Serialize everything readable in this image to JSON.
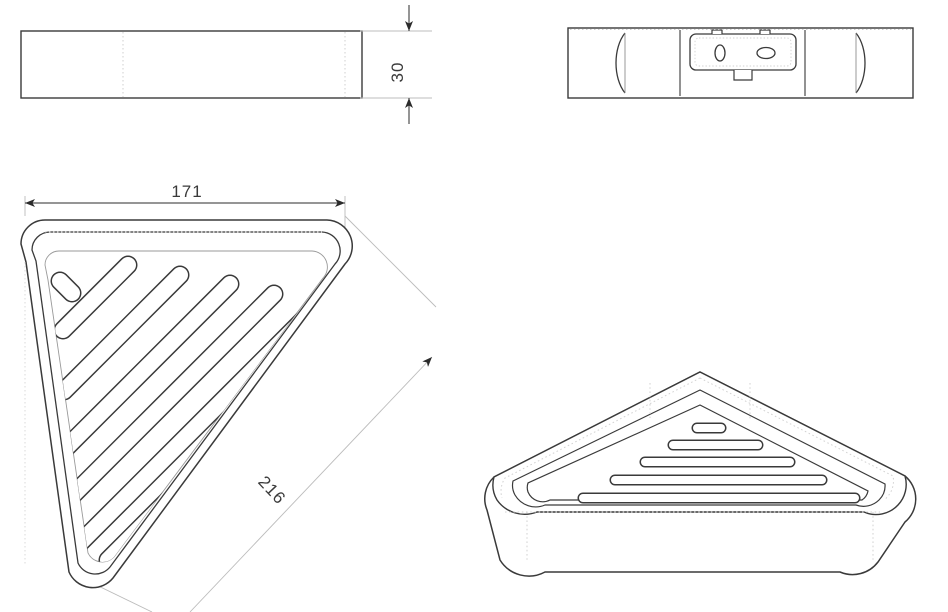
{
  "document": {
    "kind": "technical-drawing",
    "subject": "Triangular corner shelf / soap dish",
    "background_color": "#ffffff",
    "line_color": "#3a3a3a",
    "thin_line_color": "#bcbcbc",
    "hidden_line_color": "#c9c9c9"
  },
  "dimensions": {
    "height": {
      "value": "30",
      "label": "30",
      "orientation": "vertical",
      "view": "side-elevation"
    },
    "width": {
      "value": "171",
      "label": "171",
      "orientation": "horizontal",
      "view": "plan"
    },
    "diagonal": {
      "value": "216",
      "label": "216",
      "orientation": "diagonal-45",
      "view": "plan"
    }
  },
  "views": [
    {
      "id": "side-elevation",
      "name": "Side elevation",
      "position": "top-left",
      "description": "Flat rectangular profile, 30 mm tall"
    },
    {
      "id": "rear-view",
      "name": "Rear view",
      "position": "top-right",
      "description": "Back face with central mounting plate and two keyhole slots"
    },
    {
      "id": "plan-view",
      "name": "Plan view",
      "position": "bottom-left",
      "description": "Triangular corner shelf with rounded corners and 8 diagonal drainage slots",
      "slot_count": 8
    },
    {
      "id": "isometric-view",
      "name": "Perspective view",
      "position": "bottom-right",
      "description": "3D view of the triangular shelf showing raised rim and 5 visible slots",
      "slot_count": 5
    }
  ],
  "mounting_plate": {
    "slots": [
      {
        "id": "slot-vertical",
        "shape": "vertical-oval"
      },
      {
        "id": "slot-horizontal",
        "shape": "horizontal-oval"
      }
    ],
    "tabs": [
      {
        "id": "tab-top-left"
      },
      {
        "id": "tab-top-right"
      },
      {
        "id": "tab-bottom-center"
      }
    ]
  }
}
